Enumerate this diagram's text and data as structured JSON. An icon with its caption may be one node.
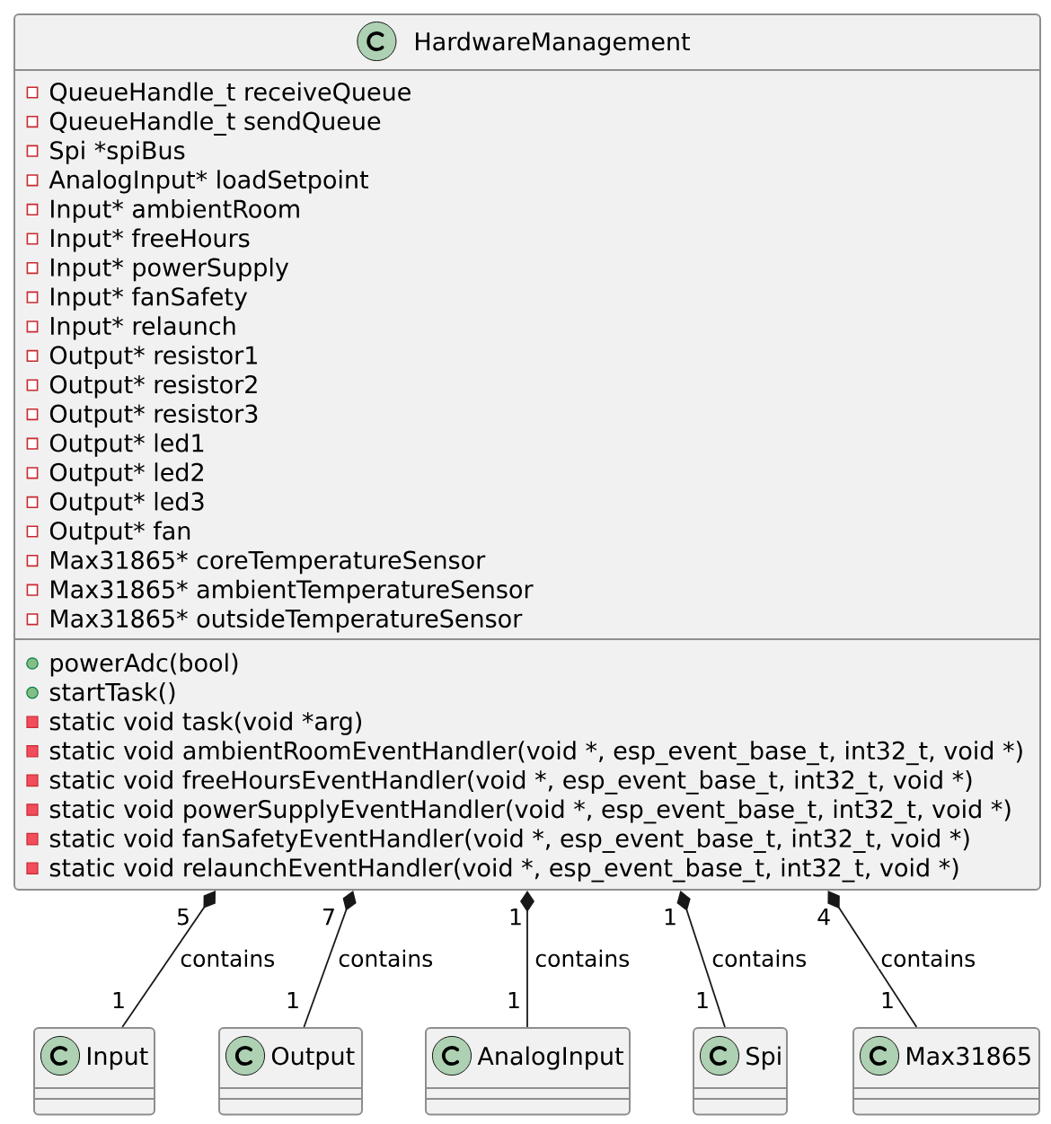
{
  "diagram": {
    "nodes": [
      {
        "text": [
          "HardwareManagement",
          "QueueHandle_t receiveQueue",
          "QueueHandle_t sendQueue",
          "Spi *spiBus",
          "AnalogInput* loadSetpoint",
          "Input* ambientRoom",
          "Input* freeHours",
          "Input* powerSupply",
          "Input* fanSafety",
          "Input* relaunch",
          "Output* resistor1",
          "Output* resistor2",
          "Output* resistor3",
          "Output* led1",
          "Output* led2",
          "Output* led3",
          "Output* fan",
          "Max31865* coreTemperatureSensor",
          "Max31865* ambientTemperatureSensor",
          "Max31865* outsideTemperatureSensor",
          "powerAdc(bool)",
          "startTask()",
          "static void task(void *arg)",
          "static void ambientRoomEventHandler(void *, esp_event_base_t, int32_t, void *)",
          "static void freeHoursEventHandler(void *, esp_event_base_t, int32_t, void *)",
          "static void powerSupplyEventHandler(void *, esp_event_base_t, int32_t, void *)",
          "static void fanSafetyEventHandler(void *, esp_event_base_t, int32_t, void *)",
          "static void relaunchEventHandler(void *, esp_event_base_t, int32_t, void *)"
        ]
      },
      {
        "text": [
          "Input"
        ]
      },
      {
        "text": [
          "Output"
        ]
      },
      {
        "text": [
          "AnalogInput"
        ]
      },
      {
        "text": [
          "Spi"
        ]
      },
      {
        "text": [
          "Max31865"
        ]
      }
    ],
    "edges": [
      {
        "from": 0,
        "to": 1,
        "arrow": "other",
        "label": "contains"
      },
      {
        "from": 0,
        "to": 2,
        "arrow": "other",
        "label": "contains"
      },
      {
        "from": 0,
        "to": 3,
        "arrow": "other",
        "label": "contains"
      },
      {
        "from": 0,
        "to": 4,
        "arrow": "other",
        "label": "contains"
      },
      {
        "from": 0,
        "to": 5,
        "arrow": "other",
        "label": "contains"
      }
    ],
    "labels": [
      "5",
      "7",
      "1",
      "1",
      "4",
      "1",
      "1",
      "1",
      "1",
      "1"
    ]
  }
}
